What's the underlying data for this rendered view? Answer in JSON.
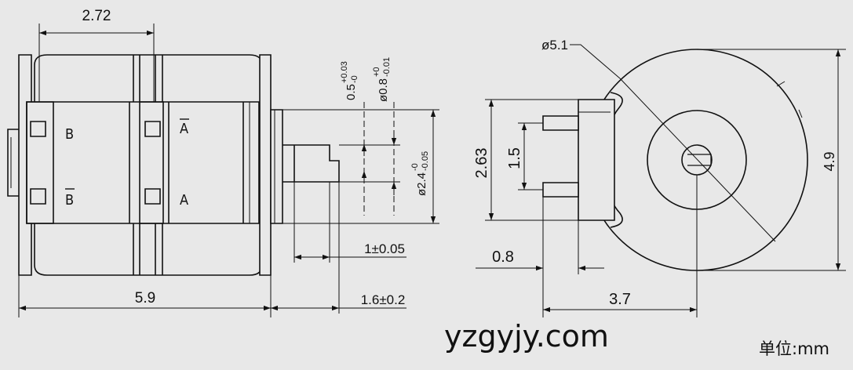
{
  "side_view": {
    "dim_top": "2.72",
    "dim_bottom": "5.9",
    "dim_shaft_len": "1.6±0.2",
    "dim_shaft_step": "1±0.05",
    "label_b": "B",
    "label_b_bar": "B",
    "label_a_bar": "A",
    "label_a": "A",
    "dim_slot": "0.5",
    "dim_slot_sup": "+0.03",
    "dim_slot_sub": "-0",
    "dim_shaft_dia": "ø0.8",
    "dim_shaft_dia_sup": "+0",
    "dim_shaft_dia_sub": "-0.01",
    "dim_boss_dia": "ø2.4",
    "dim_boss_dia_sup": "-0",
    "dim_boss_dia_sub": "-0.05"
  },
  "end_view": {
    "dim_diameter": "ø5.1",
    "dim_height": "4.9",
    "dim_pin_block": "2.63",
    "dim_pin_pitch": "1.5",
    "dim_offset": "0.8",
    "dim_width": "3.7"
  },
  "watermark": "yzgyjy.com",
  "units": "单位:mm",
  "colors": {
    "background": "#e8e8e8",
    "stroke": "#111111",
    "body_fill": "#e8e8e8"
  }
}
